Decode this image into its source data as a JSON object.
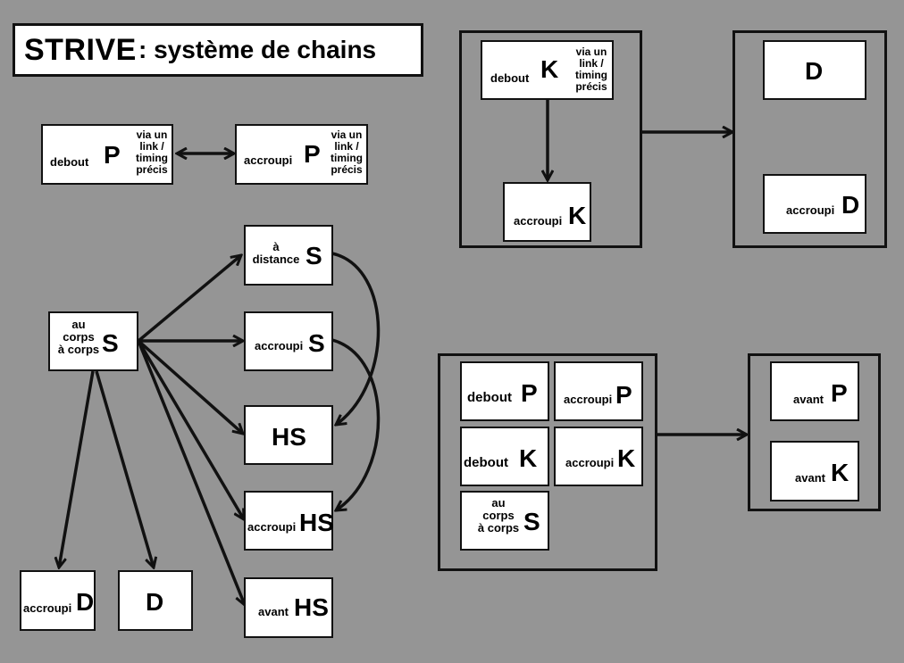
{
  "title": {
    "main": "STRIVE",
    "rest": ": système de chains"
  },
  "nodes": {
    "debout_p": {
      "label": "debout",
      "key": "P",
      "note": "via un\nlink /\ntiming\nprécis"
    },
    "accroupi_p": {
      "label": "accroupi",
      "key": "P",
      "note": "via un\nlink /\ntiming\nprécis"
    },
    "debout_k": {
      "label": "debout",
      "key": "K",
      "note": "via un\nlink /\ntiming\nprécis"
    },
    "accroupi_k": {
      "label": "accroupi",
      "key": "K"
    },
    "d_top": {
      "key": "D"
    },
    "accroupi_d_top": {
      "label": "accroupi",
      "key": "D"
    },
    "distance_s": {
      "label": "à\ndistance",
      "key": "S"
    },
    "accroupi_s": {
      "label": "accroupi",
      "key": "S"
    },
    "corps_s": {
      "label": "au\ncorps\nà corps",
      "key": "S"
    },
    "hs": {
      "key": "HS"
    },
    "accroupi_hs": {
      "label": "accroupi",
      "key": "HS"
    },
    "avant_hs": {
      "label": "avant",
      "key": "HS"
    },
    "accroupi_d_bottom": {
      "label": "accroupi",
      "key": "D"
    },
    "d_bottom": {
      "key": "D"
    },
    "g_debout_p": {
      "label": "debout",
      "key": "P"
    },
    "g_accroupi_p": {
      "label": "accroupi",
      "key": "P"
    },
    "g_debout_k": {
      "label": "debout",
      "key": "K"
    },
    "g_accroupi_k": {
      "label": "accroupi",
      "key": "K"
    },
    "g_corps_s": {
      "label": "au\ncorps\nà corps",
      "key": "S"
    },
    "avant_p": {
      "label": "avant",
      "key": "P"
    },
    "avant_k": {
      "label": "avant",
      "key": "K"
    }
  }
}
